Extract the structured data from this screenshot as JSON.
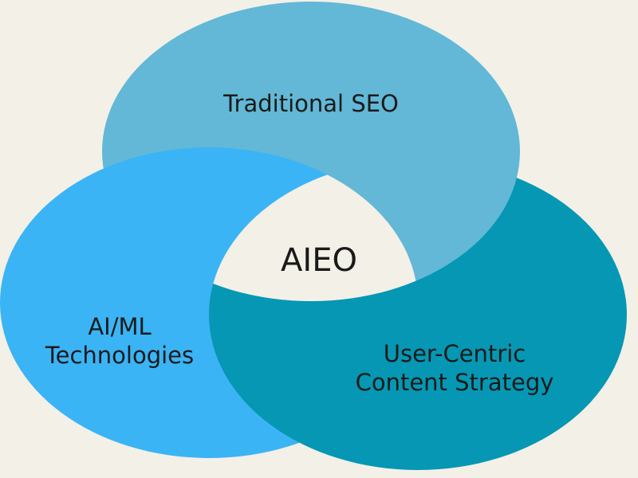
{
  "diagram": {
    "type": "venn",
    "center_label": "AIEO",
    "sets": [
      {
        "label": "Traditional SEO",
        "color": "#62b8d6"
      },
      {
        "label_lines": [
          "AI/ML",
          "Technologies"
        ],
        "color": "#3ab4f5"
      },
      {
        "label_lines": [
          "User-Centric",
          "Content Strategy"
        ],
        "color": "#0597b3"
      }
    ],
    "background": "#f3f0e8"
  }
}
